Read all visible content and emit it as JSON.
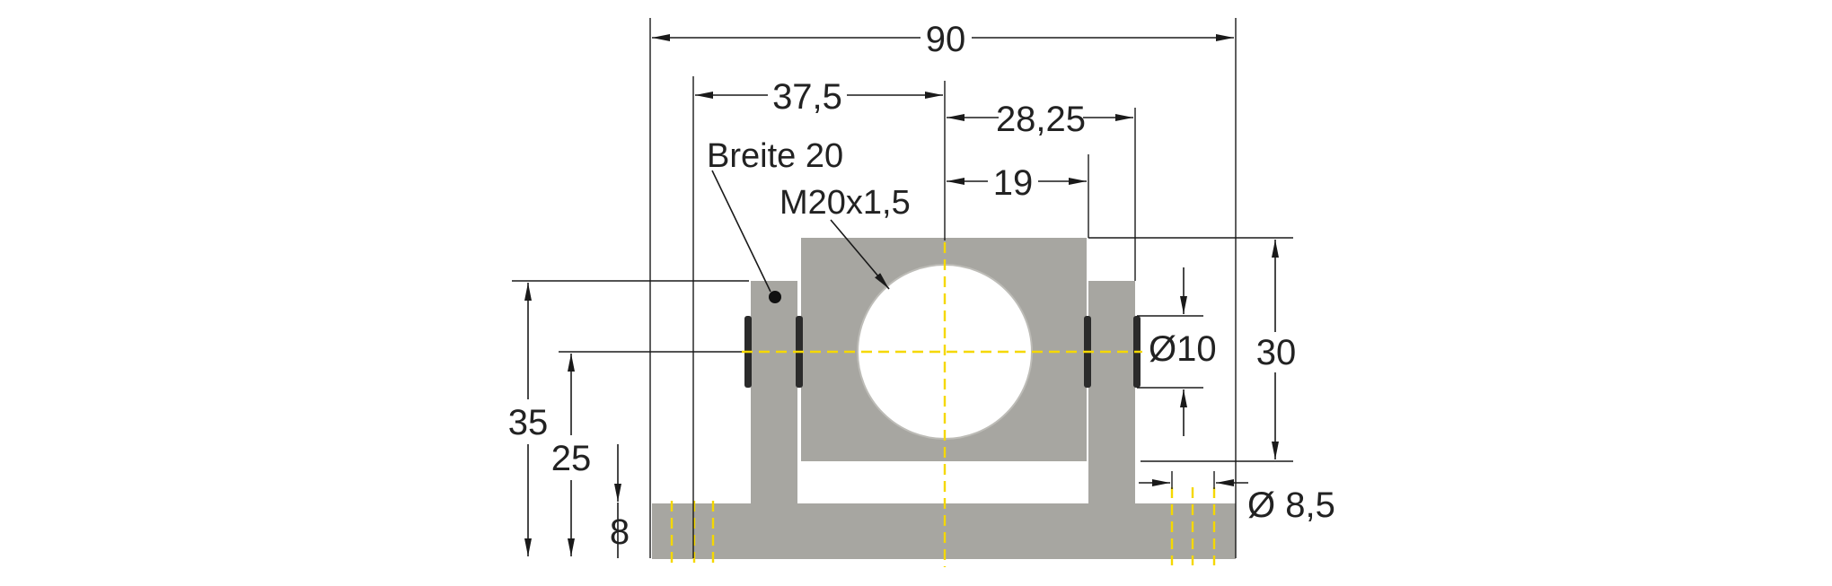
{
  "drawing": {
    "dimensions": {
      "overall_width": "90",
      "left_to_center": "37,5",
      "center_to_right_flange": "28,25",
      "center_to_block_edge": "19",
      "height_total": "35",
      "height_axis": "25",
      "base_thickness": "8",
      "block_height": "30",
      "pin_diameter": "Ø10",
      "hole_diameter": "Ø 8,5"
    },
    "notes": {
      "width_note": "Breite 20",
      "thread_note": "M20x1,5"
    },
    "colors": {
      "part": "#a7a6a1",
      "centerline": "#f5d800",
      "lines": "#1a1a1a"
    }
  }
}
